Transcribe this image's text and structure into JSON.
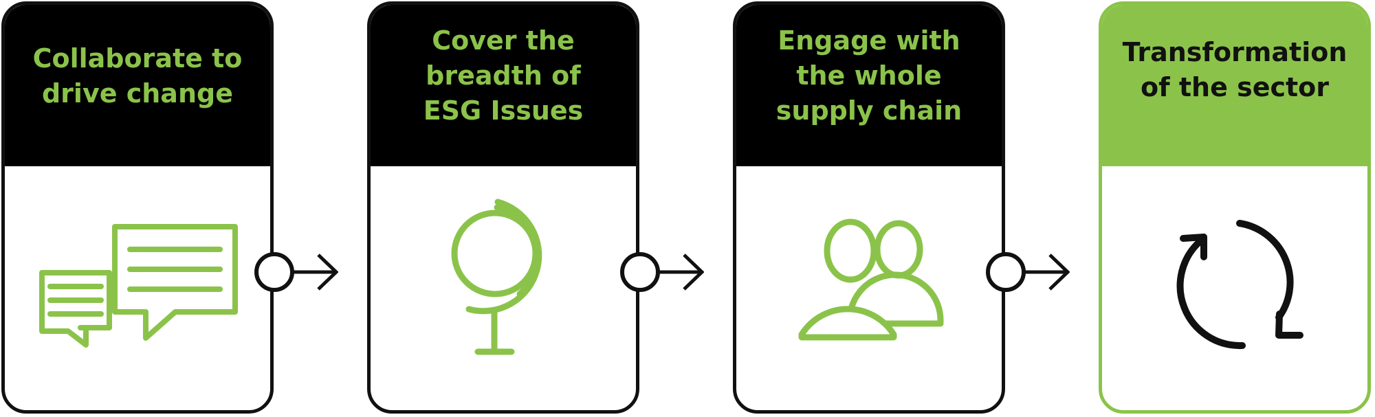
{
  "colors": {
    "accent": "#8bc34a",
    "dark": "#111111",
    "header_dark": "#000000",
    "background": "#ffffff"
  },
  "steps": [
    {
      "title_lines": [
        "Collaborate to",
        "drive change"
      ],
      "icon": "speech-bubbles-icon"
    },
    {
      "title_lines": [
        "Cover the",
        "breadth of",
        "ESG Issues"
      ],
      "icon": "globe-icon"
    },
    {
      "title_lines": [
        "Engage with",
        "the whole",
        "supply chain"
      ],
      "icon": "people-icon"
    },
    {
      "title_lines": [
        "Transformation",
        "of the sector"
      ],
      "icon": "refresh-cycle-icon"
    }
  ]
}
